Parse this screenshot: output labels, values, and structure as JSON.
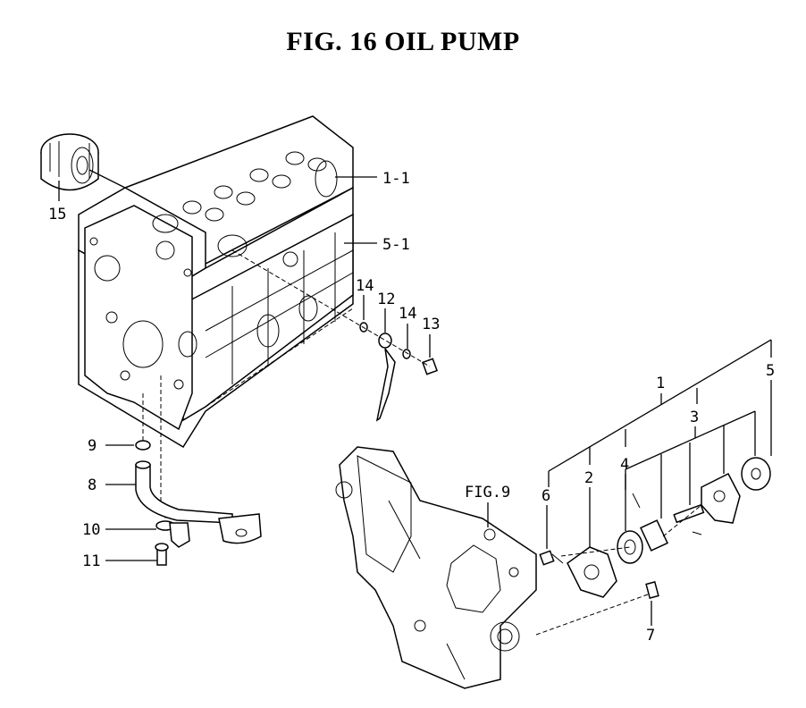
{
  "figure": {
    "title": "FIG. 16  OIL PUMP"
  },
  "callouts": {
    "c1_1": "1-1",
    "c5_1": "5-1",
    "c15": "15",
    "c14a": "14",
    "c12": "12",
    "c14b": "14",
    "c13": "13",
    "c1": "1",
    "c5": "5",
    "c3": "3",
    "c2": "2",
    "c4": "4",
    "c6": "6",
    "c7": "7",
    "c9": "9",
    "c8": "8",
    "c10": "10",
    "c11": "11",
    "fig9": "FIG.9"
  }
}
